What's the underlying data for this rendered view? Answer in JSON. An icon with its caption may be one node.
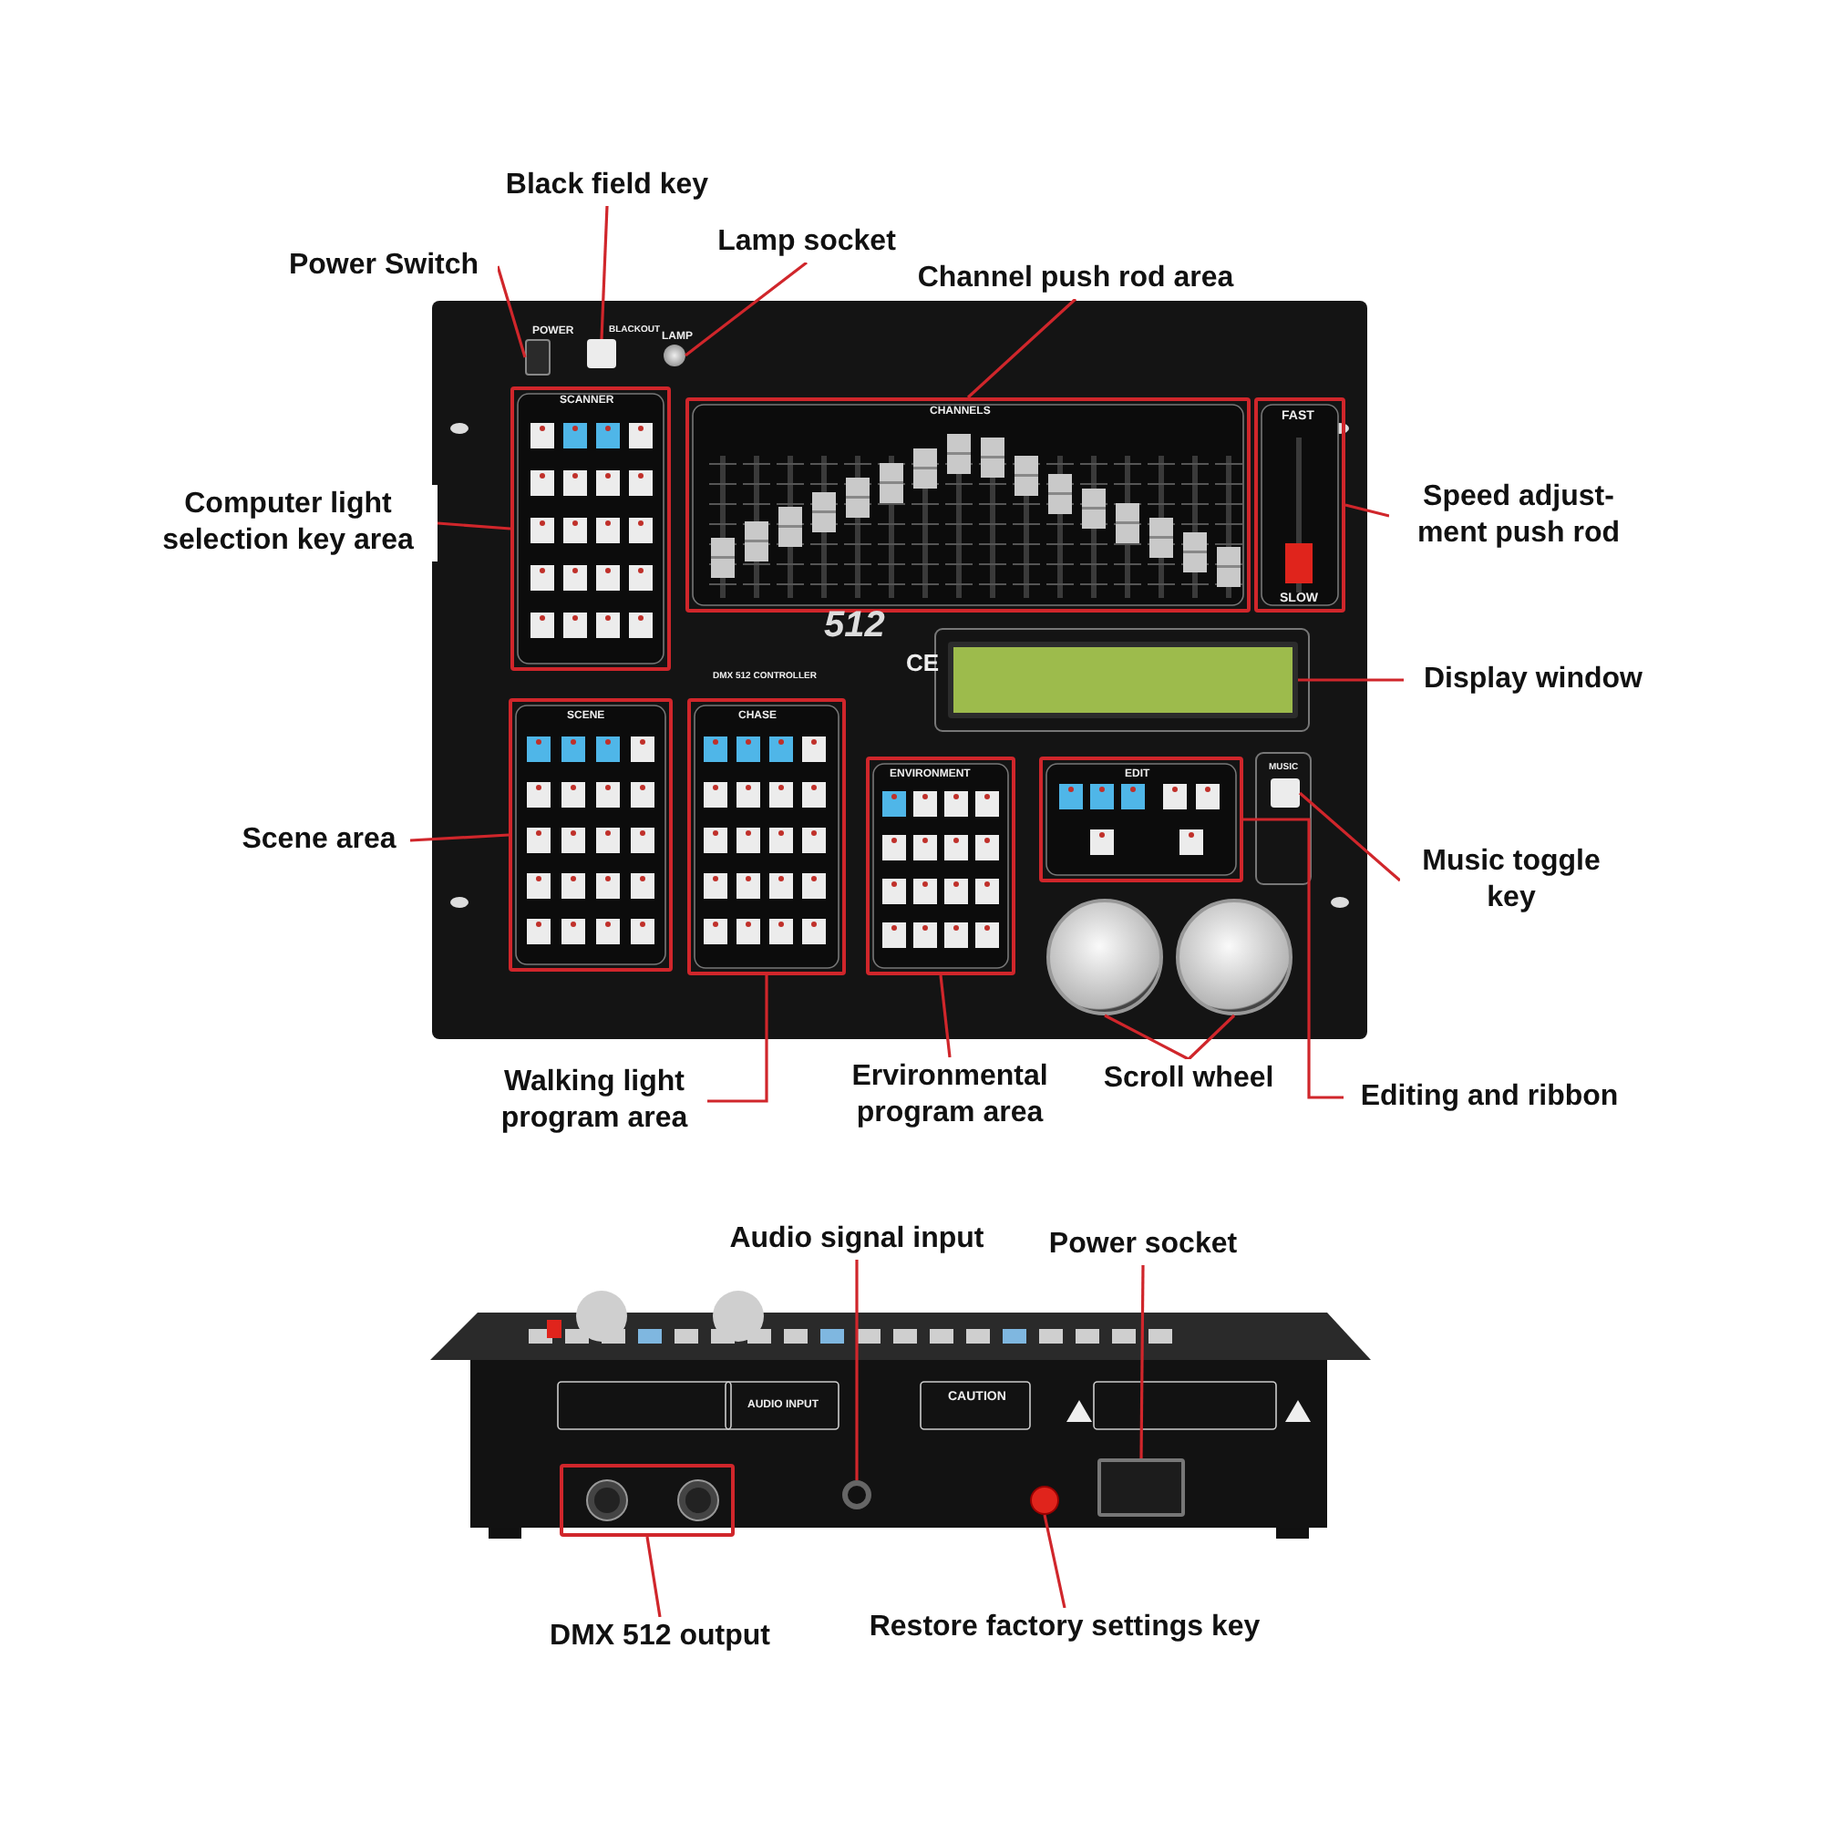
{
  "diagram": {
    "nodes": [
      {
        "text": [
          "Power Switch"
        ]
      },
      {
        "text": [],
        "shape": "box"
      },
      {
        "text": [
          "Black field key"
        ]
      },
      {
        "text": [],
        "shape": "box"
      },
      {
        "text": [
          "Lamp socket"
        ]
      },
      {
        "text": [],
        "shape": "circle"
      },
      {
        "text": [
          "Channel push rod area"
        ]
      },
      {
        "text": [],
        "shape": "box"
      },
      {
        "text": [
          "Computer light selection key area"
        ]
      },
      {
        "text": [],
        "shape": "box"
      },
      {
        "text": [
          "Speed adjust- ment push rod"
        ]
      },
      {
        "text": [],
        "shape": "box"
      },
      {
        "text": [
          "Display window"
        ]
      },
      {
        "text": [],
        "shape": "box"
      },
      {
        "text": [
          "Scene area"
        ]
      },
      {
        "text": [],
        "shape": "box"
      },
      {
        "text": [
          "Music toggle key"
        ]
      },
      {
        "text": [],
        "shape": "box"
      },
      {
        "text": [
          "Walking light program area"
        ]
      },
      {
        "text": [],
        "shape": "box"
      },
      {
        "text": [
          "Ervironmental program area"
        ]
      },
      {
        "text": [],
        "shape": "box"
      },
      {
        "text": [
          "Scroll wheel"
        ]
      },
      {
        "text": [],
        "shape": "circle"
      },
      {
        "text": [],
        "shape": "circle"
      },
      {
        "text": [],
        "shape": "box"
      },
      {
        "text": [
          "Editing and ribbon"
        ]
      },
      {
        "text": [
          "Audio signal input"
        ]
      },
      {
        "text": [],
        "shape": "circle"
      },
      {
        "text": [
          "Power socket"
        ]
      },
      {
        "text": [],
        "shape": "box"
      },
      {
        "text": [
          "DMX 512 output"
        ]
      },
      {
        "text": [],
        "shape": "box"
      },
      {
        "text": [
          "Restore factory settings key"
        ]
      },
      {
        "text": [],
        "shape": "circle"
      }
    ],
    "edges": [
      {
        "from": 0,
        "to": 1,
        "arrow": "none"
      },
      {
        "from": 2,
        "to": 3,
        "arrow": "none"
      },
      {
        "from": 4,
        "to": 5,
        "arrow": "none"
      },
      {
        "from": 6,
        "to": 7,
        "arrow": "none"
      },
      {
        "from": 8,
        "to": 9,
        "arrow": "none"
      },
      {
        "from": 10,
        "to": 11,
        "arrow": "none"
      },
      {
        "from": 12,
        "to": 13,
        "arrow": "none"
      },
      {
        "from": 14,
        "to": 15,
        "arrow": "none"
      },
      {
        "from": 16,
        "to": 17,
        "arrow": "none"
      },
      {
        "from": 18,
        "to": 19,
        "arrow": "none"
      },
      {
        "from": 20,
        "to": 21,
        "arrow": "none"
      },
      {
        "from": 22,
        "to": 23,
        "arrow": "none"
      },
      {
        "from": 22,
        "to": 24,
        "arrow": "none"
      },
      {
        "from": 26,
        "to": 25,
        "arrow": "none"
      },
      {
        "from": 27,
        "to": 28,
        "arrow": "none"
      },
      {
        "from": 29,
        "to": 30,
        "arrow": "none"
      },
      {
        "from": 31,
        "to": 32,
        "arrow": "none"
      },
      {
        "from": 33,
        "to": 34,
        "arrow": "none"
      }
    ],
    "labels": [
      "POWER",
      "BLACKOUT",
      "LAMP",
      "SCANNER",
      "CHANNELS",
      "FAST",
      "SLOW",
      "512",
      "CE",
      "DMX 512 CONTROLLER",
      "SCENE",
      "CHASE",
      "ENVIRONMENT",
      "EDIT",
      "MUSIC",
      "AUDIO INPUT",
      "CAUTION"
    ]
  }
}
